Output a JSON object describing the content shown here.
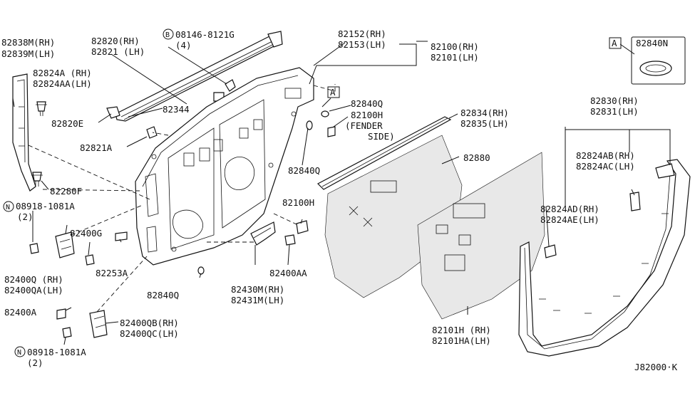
{
  "diagram": {
    "reference_code": "J82000·K",
    "boxed_ref_letter": "A",
    "labels": {
      "l_82838M": "82838M(RH)",
      "l_82839M": "82839M(LH)",
      "l_82824A": "82824A (RH)",
      "l_82824AA": "82824AA(LH)",
      "l_82820RH": "82820(RH)",
      "l_82821LH": "82821 (LH)",
      "l_08146": "08146-8121G",
      "l_08146_qty": "(4)",
      "l_82152": "82152(RH)",
      "l_82153": "82153(LH)",
      "l_82100": "82100(RH)",
      "l_82101": "82101(LH)",
      "l_82840N": "82840N",
      "l_82840Q_a": "82840Q",
      "l_82100H_a": "82100H",
      "l_fender1": "(FENDER",
      "l_fender2": "SIDE)",
      "l_82344": "82344",
      "l_82820E": "82820E",
      "l_82821A": "82821A",
      "l_82834": "82834(RH)",
      "l_82835": "82835(LH)",
      "l_82880": "82880",
      "l_82830": "82830(RH)",
      "l_82831": "82831(LH)",
      "l_82840Q_b": "82840Q",
      "l_82824AB": "82824AB(RH)",
      "l_82824AC": "82824AC(LH)",
      "l_82280F": "82280F",
      "l_08918_a": "08918-1081A",
      "l_08918_a_qty": "(2)",
      "l_82100H_b": "82100H",
      "l_82824AD": "82824AD(RH)",
      "l_82824AE": "82824AE(LH)",
      "l_82400G": "82400G",
      "l_82400Q": "82400Q (RH)",
      "l_82400QA": "82400QA(LH)",
      "l_82253A": "82253A",
      "l_82840Q_c": "82840Q",
      "l_82430M": "82430M(RH)",
      "l_82431M": "82431M(LH)",
      "l_82400AA": "82400AA",
      "l_82101H": "82101H (RH)",
      "l_82101HA": "82101HA(LH)",
      "l_82400A": "82400A",
      "l_82400QB": "82400QB(RH)",
      "l_82400QC": "82400QC(LH)",
      "l_08918_b": "08918-1081A",
      "l_08918_b_qty": "(2)"
    },
    "circled_prefixes": {
      "bolt": "B",
      "nut": "N"
    }
  }
}
